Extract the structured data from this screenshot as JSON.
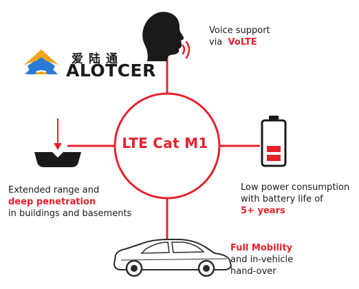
{
  "logo": {
    "name_cn": "爱陆通",
    "name_en": "ALOTCER"
  },
  "center": {
    "label": "LTE Cat M1"
  },
  "features": {
    "voice": {
      "line1": "Voice support",
      "line2_prefix": "via",
      "line2_highlight": "VoLTE",
      "icon": "speaking-head-icon"
    },
    "coverage": {
      "line1": "Extended range and",
      "highlight": "deep penetration",
      "line3": "in buildings and basements",
      "icon": "deep-penetration-icon"
    },
    "power": {
      "line1": "Low power consumption",
      "line2": "with battery life of",
      "highlight": "5+ years",
      "icon": "battery-icon"
    },
    "mobility": {
      "highlight": "Full Mobility",
      "line2": "and in-vehicle",
      "line3": "hand-over",
      "icon": "car-icon"
    }
  },
  "colors": {
    "accent": "#e8202a",
    "text": "#1a1a1a",
    "logo_blue": "#2b7bd6",
    "logo_gold": "#f2a516"
  }
}
